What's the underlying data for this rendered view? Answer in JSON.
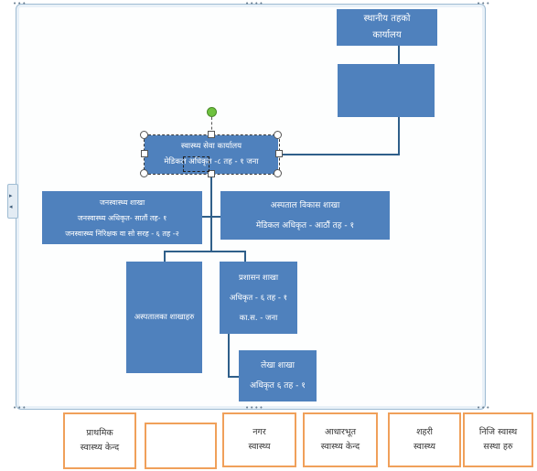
{
  "chart": {
    "local_office": [
      "स्थानीय तहको",
      "कार्यालय"
    ],
    "health_office": [
      "स्वास्थ्य सेवा कार्यालय",
      "मेडिकल अधिकृत -८ तह - १ जना"
    ],
    "public_health": [
      "जनस्वास्थ्य शाखा",
      "जनस्वास्थ्य अधिकृत- सातौं तह- १",
      "जनस्वास्थ्य निरिक्षक वा सो सरह - ६ तह -२"
    ],
    "hospital_dev": [
      "अस्पताल विकास शाखा",
      "मेडिकल अधिकृत - आठौं तह - १"
    ],
    "hospital_branches": [
      "अस्पतालका शाखाहरु"
    ],
    "admin": [
      "प्रशासन शाखा",
      "अधिकृत - ६ तह - १",
      "का.स. - जना"
    ],
    "accounts": [
      "लेखा शाखा",
      "अधिकृत ६ तह - १"
    ]
  },
  "bottom_boxes": [
    [
      "प्राथमिक",
      "स्वास्थ्य केन्द"
    ],
    [
      ""
    ],
    [
      "नगर",
      "स्वास्थ्य"
    ],
    [
      "आधारभूत",
      "स्वास्थ्य केन्द"
    ],
    [
      "शहरी",
      "स्वास्थ्य"
    ],
    [
      "निजि स्वास्थ",
      "सस्था हरु"
    ]
  ]
}
